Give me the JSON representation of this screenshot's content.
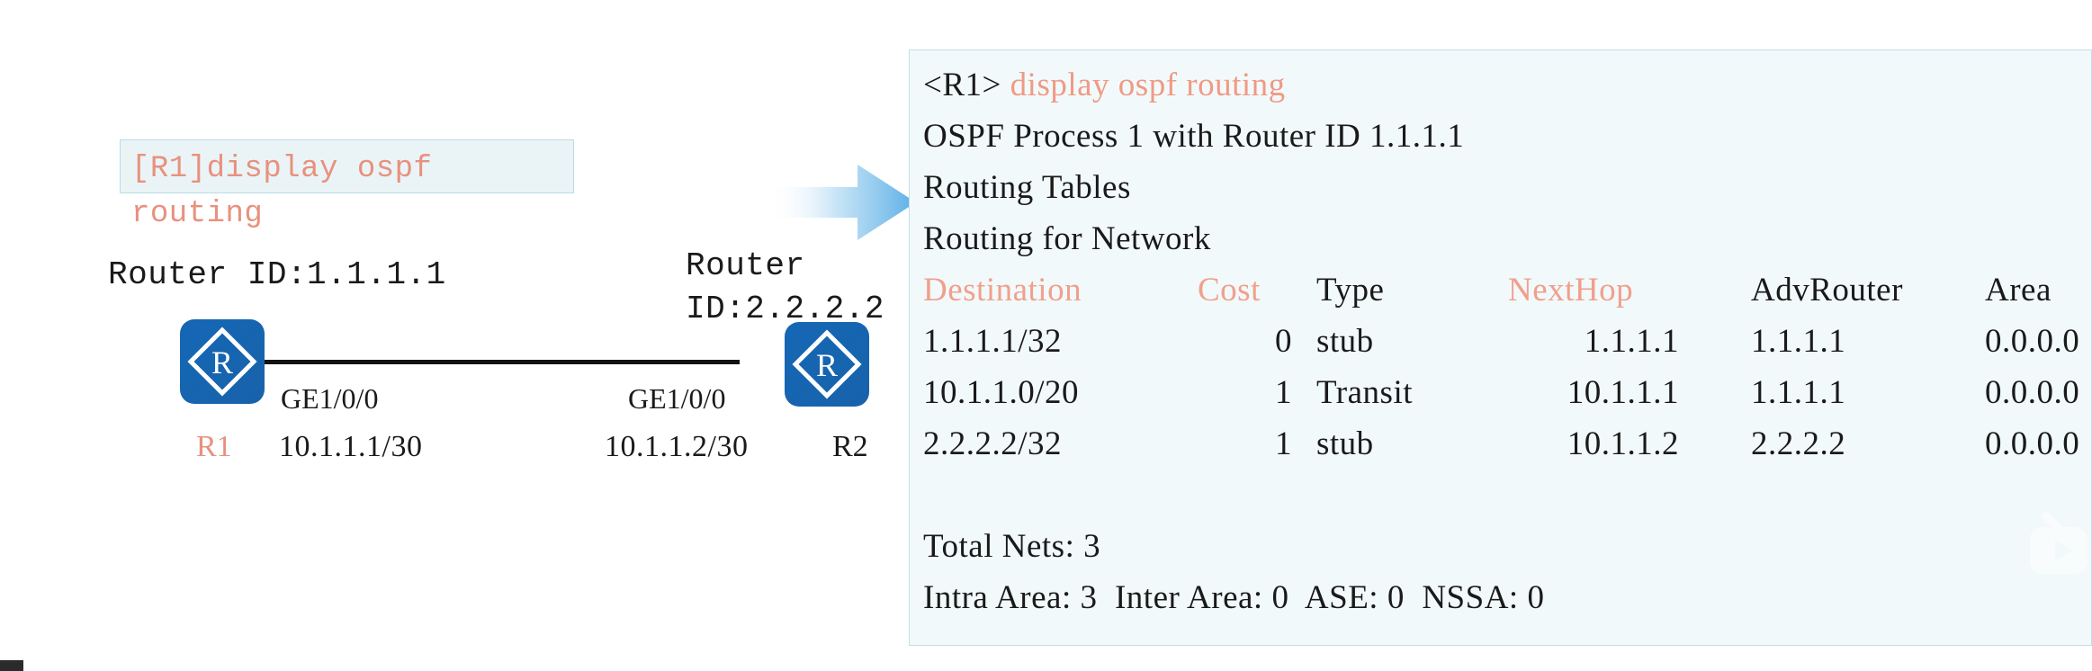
{
  "diagram": {
    "command_box": {
      "text": "[R1]display ospf\nrouting",
      "color": "#e8917e",
      "bg": "#eaf4f7",
      "border": "#b9dbe6"
    },
    "left_router": {
      "router_id_label": "Router ID:1.1.1.1",
      "name": "R1",
      "interface": "GE1/0/0",
      "ip": "10.1.1.1/30",
      "icon": "router-icon"
    },
    "right_router": {
      "router_id_label": "Router\nID:2.2.2.2",
      "name": "R2",
      "interface": "GE1/0/0",
      "ip": "10.1.1.2/30",
      "icon": "router-icon"
    },
    "link": "ethernet-link",
    "arrow": "arrow-right-icon"
  },
  "terminal": {
    "prompt": "<R1>",
    "command": " display ospf routing",
    "lines": [
      "OSPF Process 1 with Router ID 1.1.1.1",
      "Routing Tables",
      "Routing for Network"
    ],
    "columns": [
      "Destination",
      "Cost",
      "Type",
      "NextHop",
      "AdvRouter",
      "Area"
    ],
    "rows": [
      {
        "destination": "1.1.1.1/32",
        "cost": "0",
        "type": "stub",
        "nexthop": "1.1.1.1",
        "advrouter": "1.1.1.1",
        "area": "0.0.0.0"
      },
      {
        "destination": "10.1.1.0/20",
        "cost": "1",
        "type": "Transit",
        "nexthop": "10.1.1.1",
        "advrouter": "1.1.1.1",
        "area": "0.0.0.0"
      },
      {
        "destination": "2.2.2.2/32",
        "cost": "1",
        "type": "stub",
        "nexthop": "10.1.1.2",
        "advrouter": "2.2.2.2",
        "area": "0.0.0.0"
      }
    ],
    "summary": {
      "total": "Total Nets: 3",
      "breakdown": "Intra Area: 3  Inter Area: 0  ASE: 0  NSSA: 0"
    },
    "bg": "#f2f9fb",
    "border": "#c4dfe8",
    "accent": "#f0a08c"
  },
  "watermark": "play-button-icon"
}
